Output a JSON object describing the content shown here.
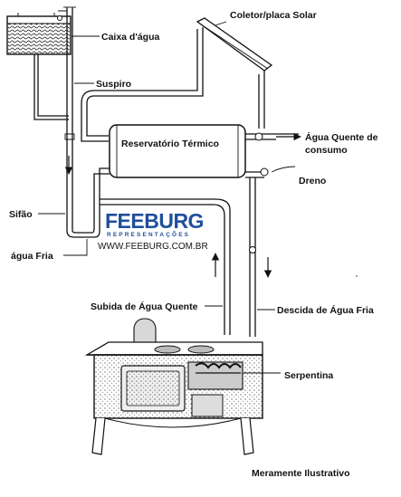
{
  "labels": {
    "caixa": "Caixa d'água",
    "coletor": "Coletor/placa Solar",
    "suspiro": "Suspiro",
    "reservatorio": "Reservatório Térmico",
    "agua_quente_1": "Água Quente de",
    "agua_quente_2": "consumo",
    "dreno": "Dreno",
    "sifao": "Sifão",
    "agua_fria": "água Fria",
    "subida": "Subida de Água Quente",
    "descida": "Descida de Água Fria",
    "serpentina": "Serpentina",
    "meramente": "Meramente Ilustrativo"
  },
  "brand": {
    "name": "FEEBURG",
    "subtitle": "REPRESENTAÇÕES",
    "url": "WWW.FEEBURG.COM.BR",
    "color": "#1f4f9d"
  }
}
